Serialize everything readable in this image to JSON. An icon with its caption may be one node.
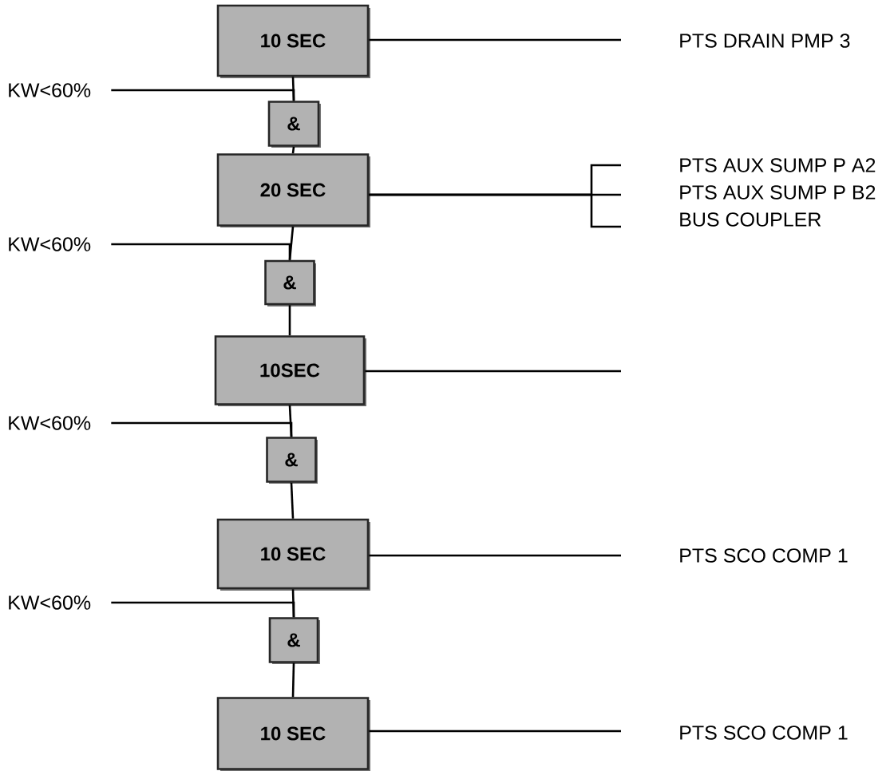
{
  "diagram": {
    "nodes": [
      {
        "text": [
          "10 SEC"
        ]
      },
      {
        "text": [
          "PTS DRAIN PMP 3"
        ]
      },
      {
        "text": [
          "KW<60%"
        ]
      },
      {
        "text": [
          "&"
        ]
      },
      {
        "text": [
          "20 SEC"
        ]
      },
      {
        "text": [
          "PTS AUX SUMP P A2"
        ]
      },
      {
        "text": [
          "PTS AUX SUMP P B2"
        ]
      },
      {
        "text": [
          "BUS COUPLER"
        ]
      },
      {
        "text": [
          "KW<60%"
        ]
      },
      {
        "text": [
          "&"
        ]
      },
      {
        "text": [
          "10SEC"
        ]
      },
      {
        "text": [
          "KW<60%"
        ]
      },
      {
        "text": [
          "&"
        ]
      },
      {
        "text": [
          "10 SEC"
        ]
      },
      {
        "text": [
          "PTS SCO COMP 1"
        ]
      },
      {
        "text": [
          "KW<60%"
        ]
      },
      {
        "text": [
          "&"
        ]
      },
      {
        "text": [
          "10 SEC"
        ]
      },
      {
        "text": [
          "PTS SCO COMP 1"
        ]
      }
    ],
    "edges": [
      {
        "from": 0,
        "to": 1,
        "arrow": "none"
      },
      {
        "from": 0,
        "to": 3,
        "arrow": "none"
      },
      {
        "from": 2,
        "to": 3,
        "arrow": "none"
      },
      {
        "from": 3,
        "to": 4,
        "arrow": "none"
      },
      {
        "from": 4,
        "to": 5,
        "arrow": "none"
      },
      {
        "from": 4,
        "to": 6,
        "arrow": "none"
      },
      {
        "from": 4,
        "to": 7,
        "arrow": "none"
      },
      {
        "from": 4,
        "to": 9,
        "arrow": "none"
      },
      {
        "from": 8,
        "to": 9,
        "arrow": "none"
      },
      {
        "from": 9,
        "to": 10,
        "arrow": "none"
      },
      {
        "from": 10,
        "to": null,
        "arrow": "none"
      },
      {
        "from": 10,
        "to": 12,
        "arrow": "none"
      },
      {
        "from": 11,
        "to": 12,
        "arrow": "none"
      },
      {
        "from": 12,
        "to": 13,
        "arrow": "none"
      },
      {
        "from": 13,
        "to": 14,
        "arrow": "none"
      },
      {
        "from": 13,
        "to": 16,
        "arrow": "none"
      },
      {
        "from": 15,
        "to": 16,
        "arrow": "none"
      },
      {
        "from": 16,
        "to": 17,
        "arrow": "none"
      },
      {
        "from": 17,
        "to": 18,
        "arrow": "none"
      }
    ]
  }
}
